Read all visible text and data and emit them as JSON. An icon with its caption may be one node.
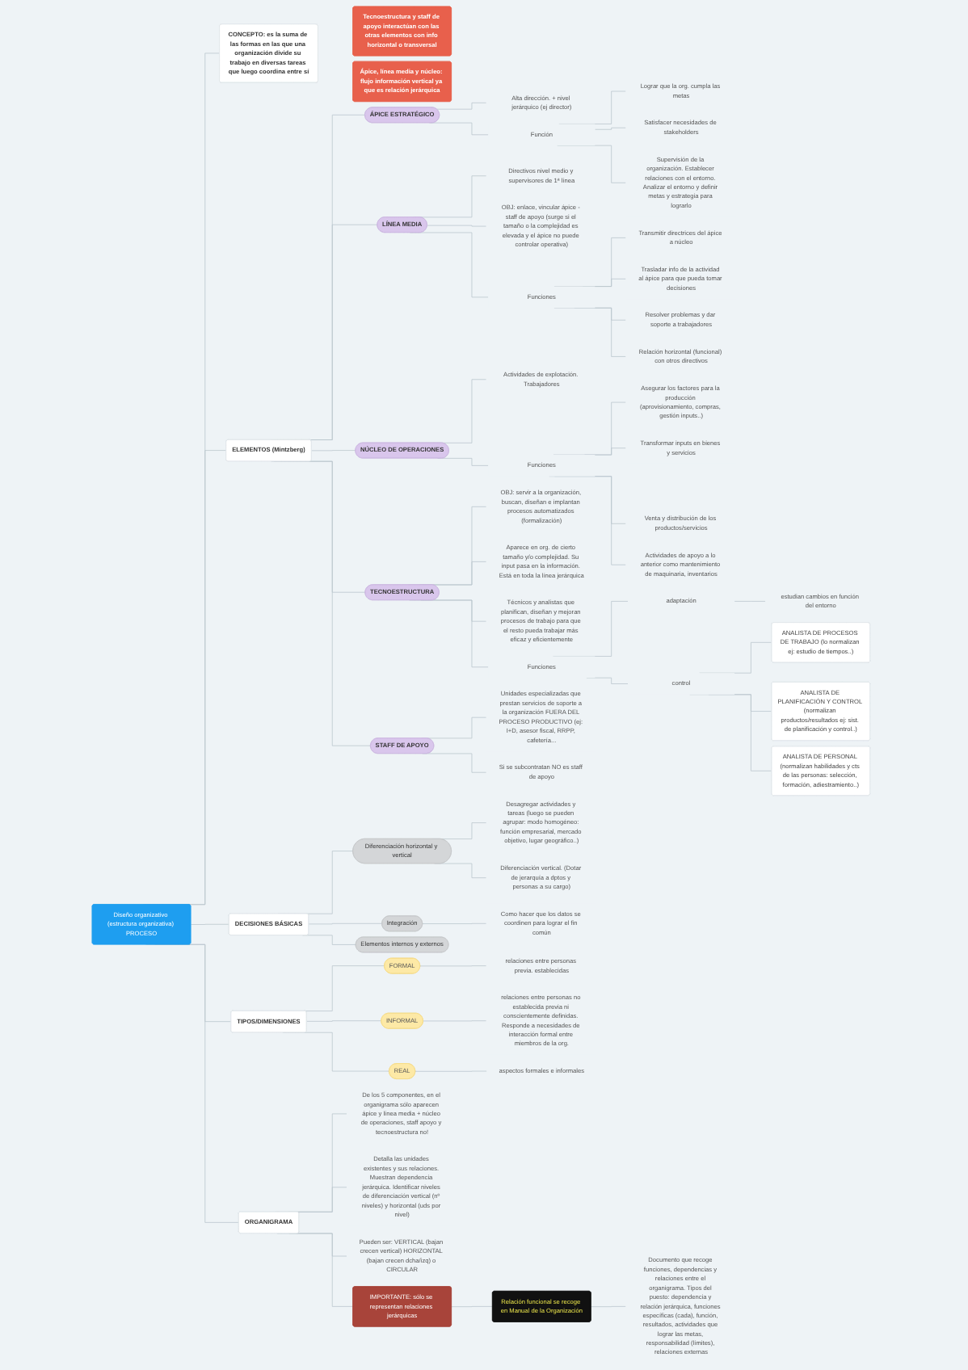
{
  "diagram": {
    "nodes": [
      {
        "text": [
          "Diseño organizativo (estructura organizativa) PROCESO"
        ]
      },
      {
        "text": [
          "ELEMENTOS (Mintzberg)"
        ]
      },
      {
        "text": [
          "ÁPICE ESTRATÉGICO"
        ]
      },
      {
        "text": [
          "Alta dirección. + nivel jerárquico (ej director)"
        ]
      },
      {
        "text": [
          "Función"
        ]
      },
      {
        "text": [
          "Lograr que la org. cumpla las metas"
        ]
      },
      {
        "text": [
          "Satisfacer necesidades de stakeholders"
        ]
      },
      {
        "text": [
          "Supervisión de la organización. Establecer relaciones con el entorno. Analizar el entorno y definir metas y estrategia para lograrlo"
        ]
      },
      {
        "text": [
          "LÍNEA MEDIA"
        ]
      },
      {
        "text": [
          "Directivos nivel medio y supervisores de 1ª línea"
        ]
      },
      {
        "text": [
          "OBJ: enlace, vincular ápice - staff de apoyo (surge si el tamaño o la complejidad es elevada y el ápice no puede controlar operativa)"
        ]
      },
      {
        "text": [
          "Funciones"
        ]
      },
      {
        "text": [
          "Transmitir directrices del ápice a núcleo"
        ]
      },
      {
        "text": [
          "Trasladar info de la actividad al ápice para que pueda tomar decisiones"
        ]
      },
      {
        "text": [
          "Resolver problemas y dar soporte a trabajadores"
        ]
      },
      {
        "text": [
          "Relación horizontal (funcional) con otros directivos"
        ]
      },
      {
        "text": [
          "NÚCLEO DE OPERACIONES"
        ]
      },
      {
        "text": [
          "Actividades de explotación. Trabajadores"
        ]
      },
      {
        "text": [
          "Funciones"
        ]
      },
      {
        "text": [
          "Asegurar los factores para la producción (aprovisionamiento, compras, gestión inputs..)"
        ]
      },
      {
        "text": [
          "Transformar inputs en bienes y servicios"
        ]
      },
      {
        "text": [
          "Venta y distribución de los productos/servicios"
        ]
      },
      {
        "text": [
          "Actividades de apoyo a lo anterior como mantenimiento de maquinaria, inventarios"
        ]
      },
      {
        "text": [
          "TECNOESTRUCTURA"
        ]
      },
      {
        "text": [
          "OBJ: servir a la organización, buscan, diseñan e implantan procesos automatizados (formalización)"
        ]
      },
      {
        "text": [
          "Aparece en org. de cierto tamaño y/o complejidad. Su input pasa en la información. Está en toda la línea jerárquica"
        ]
      },
      {
        "text": [
          "Técnicos y analistas que planifican, diseñan y mejoran procesos de trabajo para que el resto pueda trabajar más eficaz y eficientemente"
        ]
      },
      {
        "text": [
          "Funciones"
        ]
      },
      {
        "text": [
          "adaptación"
        ]
      },
      {
        "text": [
          "estudian cambios en función del entorno"
        ]
      },
      {
        "text": [
          "control"
        ]
      },
      {
        "text": [
          "ANALISTA DE PROCESOS DE TRABAJO (lo normalizan ej: estudio de tiempos..)"
        ]
      },
      {
        "text": [
          "ANALISTA DE PLANIFICACIÓN Y CONTROL (normalizan productos/resultados ej: sist. de planificación y control..)"
        ]
      },
      {
        "text": [
          "ANALISTA DE PERSONAL (normalizan habilidades y cts de las personas: selección, formación, adiestramiento..)"
        ]
      },
      {
        "text": [
          "STAFF DE APOYO"
        ]
      },
      {
        "text": [
          "Unidades especializadas que prestan servicios de soporte a la organización FUERA DEL PROCESO PRODUCTIVO (ej: I+D, asesor fiscal, RRPP, cafetería..."
        ]
      },
      {
        "text": [
          "Si se subcontratan NO es staff de apoyo"
        ]
      },
      {
        "text": [
          "Tecnoestructura y staff de apoyo interactúan con las otras elementos con info horizontal o transversal"
        ]
      },
      {
        "text": [
          "Ápice, línea media y núcleo: flujo información vertical ya que es relación jerárquica"
        ]
      },
      {
        "text": [
          "CONCEPTO: es la suma de las formas en las que una organización divide su trabajo en diversas tareas que luego coordina entre sí"
        ]
      },
      {
        "text": [
          "DECISIONES BÁSICAS"
        ]
      },
      {
        "text": [
          "Diferenciación horizontal y vertical"
        ]
      },
      {
        "text": [
          "Desagregar actividades y tareas (luego se pueden agrupar: modo homogéneo: función empresarial, mercado objetivo, lugar geográfico..)"
        ]
      },
      {
        "text": [
          "Diferenciación vertical. (Dotar de jerarquía a dptos y personas a su cargo)"
        ]
      },
      {
        "text": [
          "Integración"
        ]
      },
      {
        "text": [
          "Como hacer que los datos se coordinen para lograr el fin común"
        ]
      },
      {
        "text": [
          "Elementos internos y externos"
        ]
      },
      {
        "text": [
          "TIPOS/DIMENSIONES"
        ]
      },
      {
        "text": [
          "FORMAL"
        ]
      },
      {
        "text": [
          "relaciones entre personas previa. establecidas"
        ]
      },
      {
        "text": [
          "INFORMAL"
        ]
      },
      {
        "text": [
          "relaciones entre personas no establecida previa ni conscientemente definidas. Responde a necesidades de interacción formal entre miembros de la org."
        ]
      },
      {
        "text": [
          "REAL"
        ]
      },
      {
        "text": [
          "aspectos formales e informales"
        ]
      },
      {
        "text": [
          "ORGANIGRAMA"
        ]
      },
      {
        "text": [
          "De los 5 componentes, en el organigrama sólo aparecen ápice y línea media + núcleo de operaciones, staff apoyo y tecnoestructura no!"
        ]
      },
      {
        "text": [
          "Detalla las unidades existentes y sus relaciones. Muestran dependencia jerárquica. Identificar niveles de diferenciación vertical (nº niveles) y horizontal (uds por nivel)"
        ]
      },
      {
        "text": [
          "Pueden ser: VERTICAL (bajan crecen vertical) HORIZONTAL (bajan crecen dcha/izq) o CIRCULAR"
        ]
      },
      {
        "text": [
          "IMPORTANTE: sólo se representan relaciones jerárquicas"
        ]
      },
      {
        "text": [
          "Relación funcional se recoge en Manual de la Organización"
        ]
      },
      {
        "text": [
          "Documento que recoge funciones, dependencias y relaciones entre el organigrama. Tipos del puesto: dependencia y relación jerárquica, funciones específicas (cada), función, resultados, actividades que lograr las metas, responsabilidad (límites), relaciones externas"
        ]
      }
    ],
    "edges": [
      {
        "from": 0,
        "to": 1,
        "arrow": "none"
      },
      {
        "from": 1,
        "to": 2,
        "arrow": "none"
      },
      {
        "from": 2,
        "to": 3,
        "arrow": "none"
      },
      {
        "from": 2,
        "to": 4,
        "arrow": "none"
      },
      {
        "from": 4,
        "to": 5,
        "arrow": "none"
      },
      {
        "from": 4,
        "to": 6,
        "arrow": "none"
      },
      {
        "from": 4,
        "to": 7,
        "arrow": "none"
      },
      {
        "from": 1,
        "to": 8,
        "arrow": "none"
      },
      {
        "from": 8,
        "to": 9,
        "arrow": "none"
      },
      {
        "from": 8,
        "to": 10,
        "arrow": "none"
      },
      {
        "from": 8,
        "to": 11,
        "arrow": "none"
      },
      {
        "from": 11,
        "to": 12,
        "arrow": "none"
      },
      {
        "from": 11,
        "to": 13,
        "arrow": "none"
      },
      {
        "from": 11,
        "to": 14,
        "arrow": "none"
      },
      {
        "from": 11,
        "to": 15,
        "arrow": "none"
      },
      {
        "from": 1,
        "to": 16,
        "arrow": "none"
      },
      {
        "from": 16,
        "to": 17,
        "arrow": "none"
      },
      {
        "from": 16,
        "to": 18,
        "arrow": "none"
      },
      {
        "from": 18,
        "to": 19,
        "arrow": "none"
      },
      {
        "from": 18,
        "to": 20,
        "arrow": "none"
      },
      {
        "from": 18,
        "to": 21,
        "arrow": "none"
      },
      {
        "from": 18,
        "to": 22,
        "arrow": "none"
      },
      {
        "from": 1,
        "to": 23,
        "arrow": "none"
      },
      {
        "from": 23,
        "to": 24,
        "arrow": "none"
      },
      {
        "from": 23,
        "to": 25,
        "arrow": "none"
      },
      {
        "from": 23,
        "to": 26,
        "arrow": "none"
      },
      {
        "from": 23,
        "to": 27,
        "arrow": "none"
      },
      {
        "from": 27,
        "to": 28,
        "arrow": "none"
      },
      {
        "from": 28,
        "to": 29,
        "arrow": "none"
      },
      {
        "from": 27,
        "to": 30,
        "arrow": "none"
      },
      {
        "from": 30,
        "to": 31,
        "arrow": "none"
      },
      {
        "from": 30,
        "to": 32,
        "arrow": "none"
      },
      {
        "from": 30,
        "to": 33,
        "arrow": "none"
      },
      {
        "from": 1,
        "to": 34,
        "arrow": "none"
      },
      {
        "from": 34,
        "to": 35,
        "arrow": "none"
      },
      {
        "from": 34,
        "to": 36,
        "arrow": "none"
      },
      {
        "from": 0,
        "to": 39,
        "arrow": "none"
      },
      {
        "from": 0,
        "to": 40,
        "arrow": "none"
      },
      {
        "from": 40,
        "to": 41,
        "arrow": "none"
      },
      {
        "from": 41,
        "to": 42,
        "arrow": "none"
      },
      {
        "from": 41,
        "to": 43,
        "arrow": "none"
      },
      {
        "from": 40,
        "to": 44,
        "arrow": "none"
      },
      {
        "from": 44,
        "to": 45,
        "arrow": "none"
      },
      {
        "from": 40,
        "to": 46,
        "arrow": "none"
      },
      {
        "from": 0,
        "to": 47,
        "arrow": "none"
      },
      {
        "from": 47,
        "to": 48,
        "arrow": "none"
      },
      {
        "from": 48,
        "to": 49,
        "arrow": "none"
      },
      {
        "from": 47,
        "to": 50,
        "arrow": "none"
      },
      {
        "from": 50,
        "to": 51,
        "arrow": "none"
      },
      {
        "from": 47,
        "to": 52,
        "arrow": "none"
      },
      {
        "from": 52,
        "to": 53,
        "arrow": "none"
      },
      {
        "from": 0,
        "to": 54,
        "arrow": "none"
      },
      {
        "from": 54,
        "to": 55,
        "arrow": "none"
      },
      {
        "from": 54,
        "to": 56,
        "arrow": "none"
      },
      {
        "from": 54,
        "to": 57,
        "arrow": "none"
      },
      {
        "from": 54,
        "to": 58,
        "arrow": "none"
      },
      {
        "from": 58,
        "to": 59,
        "arrow": "none"
      },
      {
        "from": 59,
        "to": 60,
        "arrow": "none"
      }
    ]
  }
}
